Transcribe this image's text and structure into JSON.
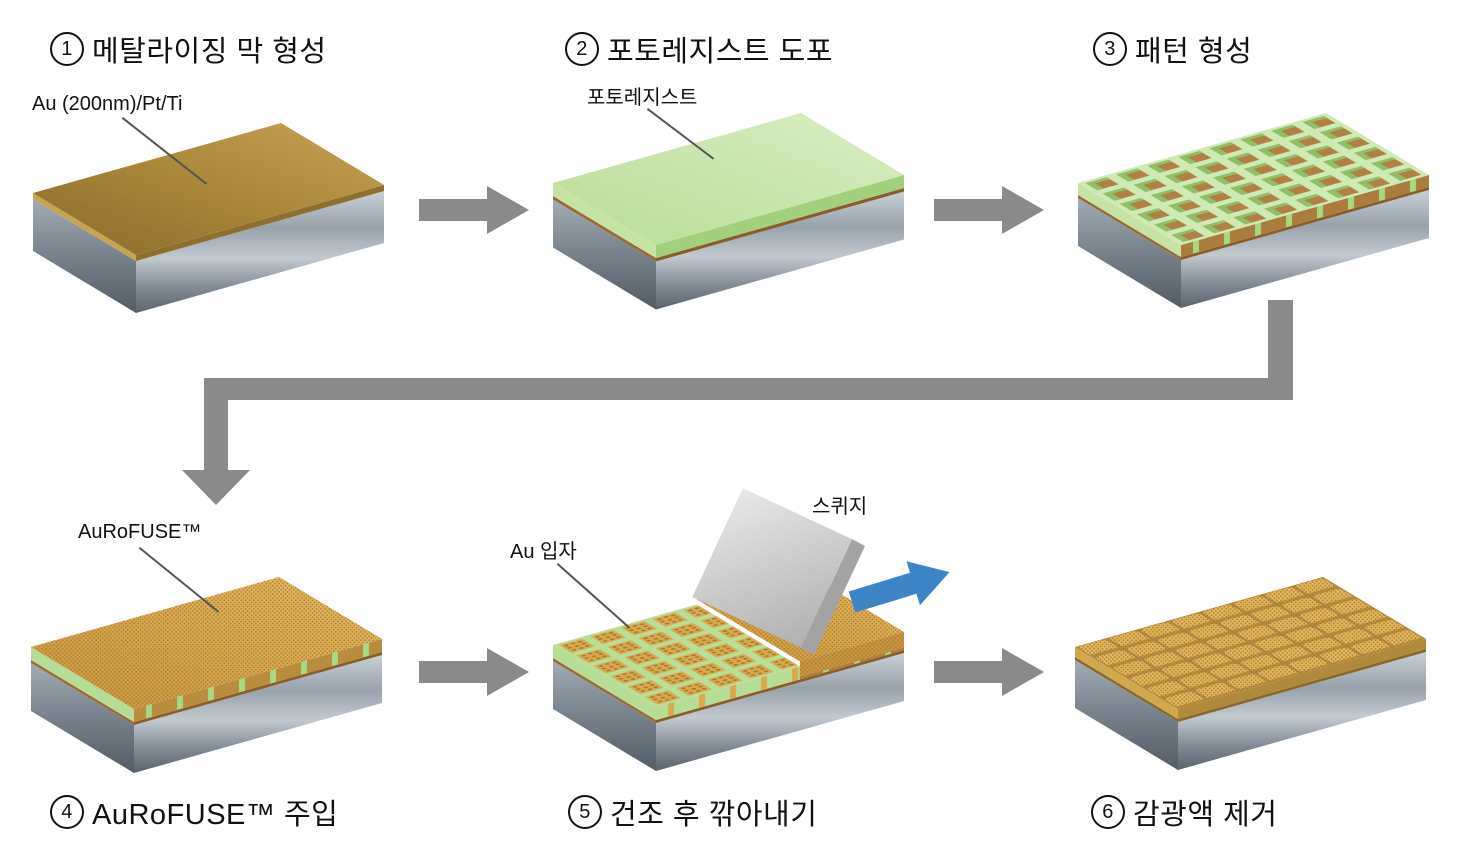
{
  "figure_type": "process-flow-diagram",
  "steps": [
    {
      "number": "1",
      "title": "메탈라이징 막 형성",
      "callout": "Au (200nm)/Pt/Ti"
    },
    {
      "number": "2",
      "title": "포토레지스트 도포",
      "callout": "포토레지스트"
    },
    {
      "number": "3",
      "title": "패턴 형성"
    },
    {
      "number": "4",
      "title": "AuRoFUSE™ 주입",
      "callout": "AuRoFUSE™"
    },
    {
      "number": "5",
      "title": "건조 후 깎아내기",
      "callout_particles": "Au 입자",
      "callout_squeegee": "스퀴지"
    },
    {
      "number": "6",
      "title": "감광액 제거"
    }
  ],
  "palette": {
    "flow_arrow_gray": "#8a8a8a",
    "squeegee_direction_arrow_blue": "#3d85c6",
    "metal_gold": "#a98739",
    "photoresist_green": "#c9e5ae",
    "paste_gold": "#d9a94f",
    "paste_dot_brown": "#a87a30",
    "exposed_au_brown": "#b28044",
    "substrate_light": "#c6cdd3",
    "substrate_dark": "#59636c",
    "squeegee_gray": "#cfcfcf",
    "text": "#111111"
  }
}
